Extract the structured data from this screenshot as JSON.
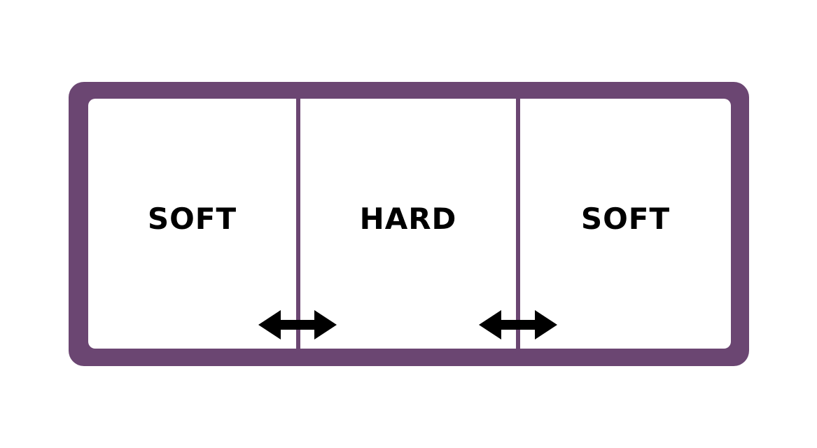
{
  "colors": {
    "frame": "#6b4672",
    "divider": "#6b4672",
    "text": "#000000",
    "arrow": "#000000",
    "background": "#ffffff"
  },
  "sections": [
    {
      "label": "SOFT"
    },
    {
      "label": "HARD"
    },
    {
      "label": "SOFT"
    }
  ],
  "icons": {
    "boundary_arrow": "double-headed-horizontal-arrow-icon"
  }
}
